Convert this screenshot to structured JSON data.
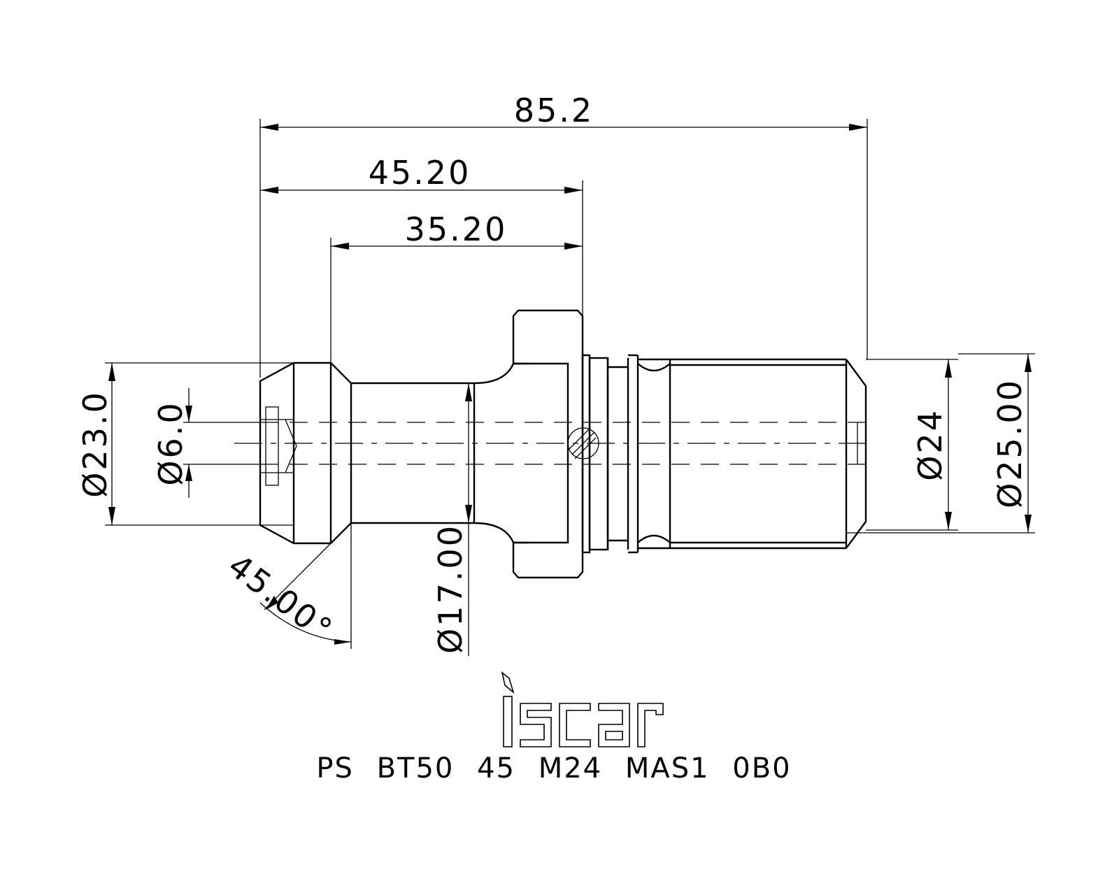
{
  "drawing": {
    "product_code": "PS BT50 45 M24 MAS1 0B0",
    "brand_logo": "iscar",
    "dimensions": {
      "overall_length": "85.2",
      "flange_length": "45.20",
      "neck_length": "35.20",
      "head_diameter": "Ø23.0",
      "bore_diameter": "Ø6.0",
      "neck_diameter": "Ø17.00",
      "thread_diameter": "Ø24",
      "thread_outer_diameter": "Ø25.00",
      "chamfer_angle": "45.00°"
    }
  }
}
